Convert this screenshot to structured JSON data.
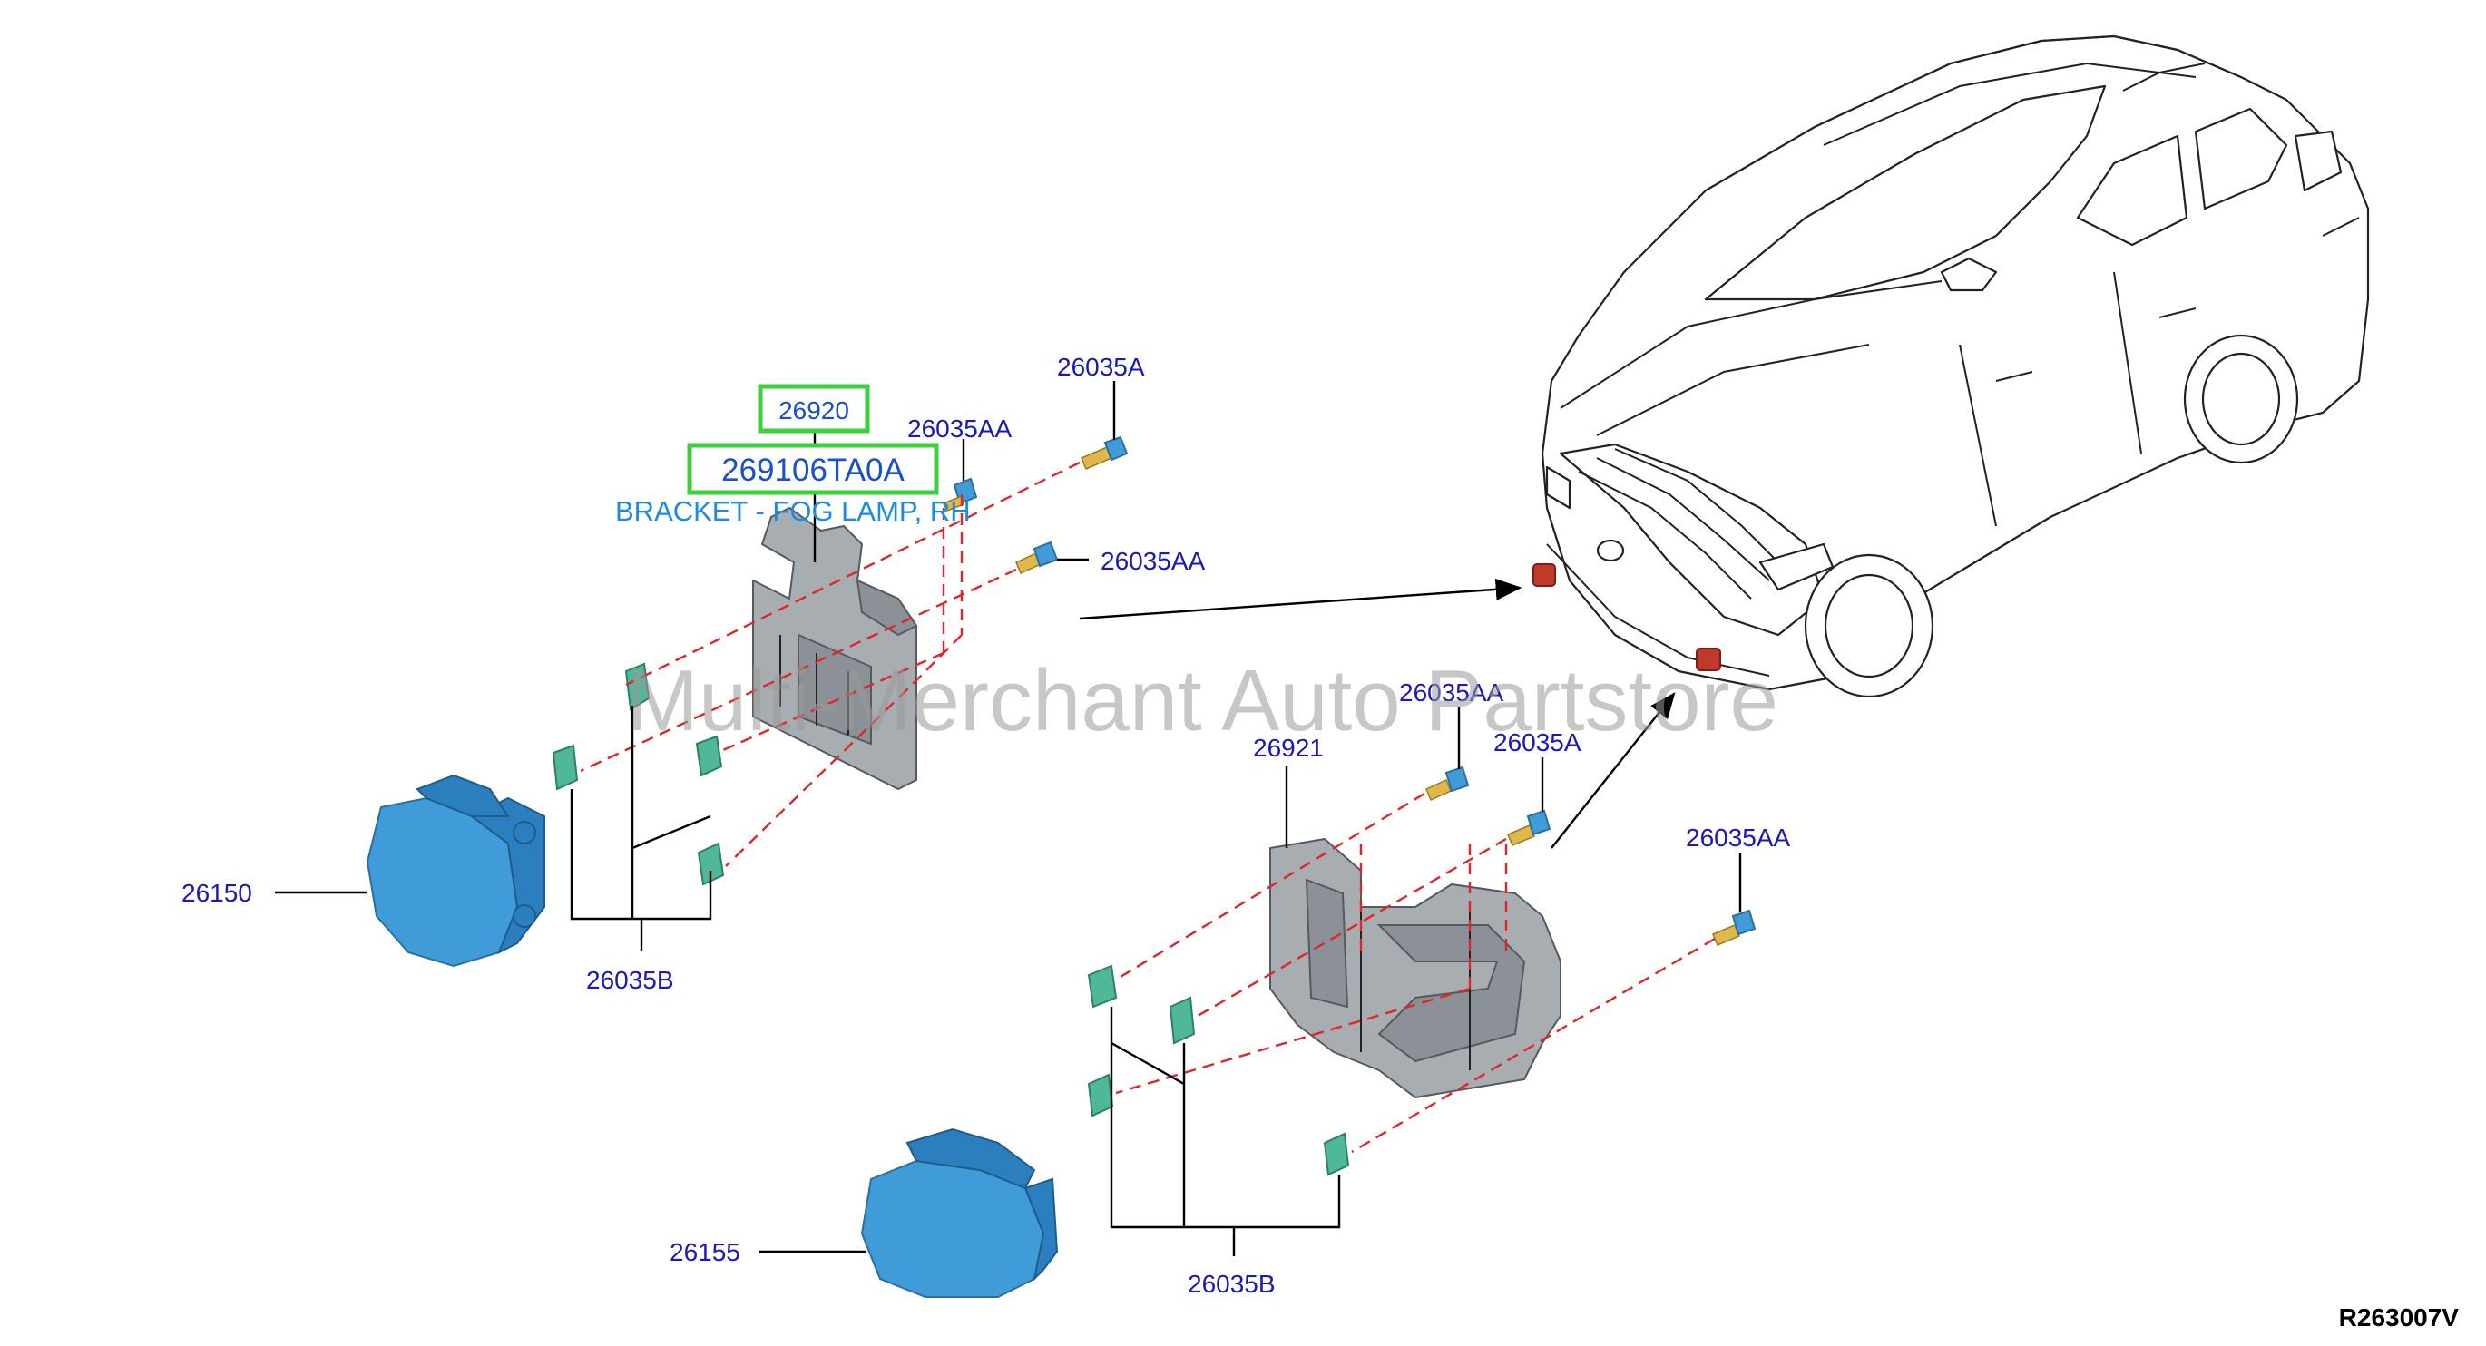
{
  "callouts": {
    "part_26920": "26920",
    "part_26921": "26921",
    "lamp_26150": "26150",
    "lamp_26155": "26155",
    "screw_a_top": "26035A",
    "screw_a_mid": "26035A",
    "screw_aa_1": "26035AA",
    "screw_aa_2": "26035AA",
    "screw_aa_3": "26035AA",
    "screw_aa_4": "26035AA",
    "clip_b_left": "26035B",
    "clip_b_right": "26035B"
  },
  "highlight": {
    "part_number": "269106TA0A",
    "description": "BRACKET - FOG LAMP, RH"
  },
  "watermark": "Multi-Merchant Auto Partstore",
  "figure_ref": "R263007V",
  "colors": {
    "callout_text": "#1a1ab8",
    "highlight_border": "#3cd13c",
    "description_text": "#1f8be0",
    "dashed_line": "#e0262b",
    "lamp": "#3f9cd8",
    "clip": "#4fb898",
    "bracket": "#a8adb2"
  }
}
